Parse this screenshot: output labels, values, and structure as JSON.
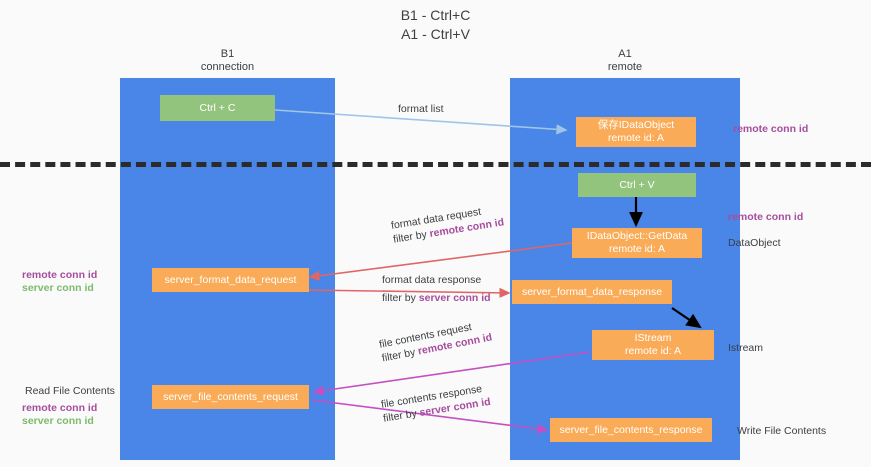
{
  "title": {
    "line1": "B1 - Ctrl+C",
    "line2": "A1 - Ctrl+V"
  },
  "lanes": [
    {
      "name": "B1",
      "role": "connection"
    },
    {
      "name": "A1",
      "role": "remote"
    }
  ],
  "boxes": {
    "ctrl_c": {
      "label": "Ctrl + C",
      "color": "#93c47d"
    },
    "ctrl_v": {
      "label": "Ctrl + V",
      "color": "#93c47d"
    },
    "store_idataobject": {
      "line1": "保存IDataObject",
      "line2": "remote id: A",
      "color": "#f9ab57"
    },
    "getdata": {
      "line1": "IDataObject::GetData",
      "line2": "remote id: A",
      "color": "#f9ab57"
    },
    "istream": {
      "line1": "IStream",
      "line2": "remote id: A",
      "color": "#f9ab57"
    },
    "server_format_data_request": {
      "label": "server_format_data_request",
      "color": "#f9ab57"
    },
    "server_format_data_response": {
      "label": "server_format_data_response",
      "color": "#f9ab57"
    },
    "server_file_contents_request": {
      "label": "server_file_contents_request",
      "color": "#f9ab57"
    },
    "server_file_contents_response": {
      "label": "server_file_contents_response",
      "color": "#f9ab57"
    }
  },
  "edges": {
    "format_list": {
      "text": "format list"
    },
    "format_data_request": {
      "l1": "format data request",
      "l2a": "filter by ",
      "l2b": "remote conn id"
    },
    "format_data_response": {
      "l1": "format data response",
      "l2a": "filter by ",
      "l2b": "server conn id"
    },
    "file_contents_request": {
      "l1": "file contents request",
      "l2a": "filter by ",
      "l2b": "remote conn id"
    },
    "file_contents_response": {
      "l1": "file contents response",
      "l2a": "filter by ",
      "l2b": "server conn id"
    }
  },
  "side_labels": {
    "right_remote_conn_id_top": "remote conn id",
    "right_remote_conn_id_mid": "remote conn id",
    "right_dataobject": "DataObject",
    "right_istream": "Istream",
    "right_write_file_contents": "Write File Contents",
    "left_remote_conn_id": "remote conn id",
    "left_server_conn_id": "server conn id",
    "left_read_file_contents": "Read File Contents",
    "left_remote_conn_id_2": "remote conn id",
    "left_server_conn_id_2": "server conn id"
  },
  "colors": {
    "lane": "#4a86e8",
    "green_box": "#93c47d",
    "orange_box": "#f9ab57",
    "purple_text": "#a64d9e",
    "green_text": "#7cbb6b",
    "red_arrow": "#e06666",
    "magenta_arrow": "#c44fc4",
    "light_blue_arrow": "#9fc5e8",
    "black_arrow": "#000000",
    "dashed_line": "#2b2b2b",
    "background": "#fafafa"
  }
}
